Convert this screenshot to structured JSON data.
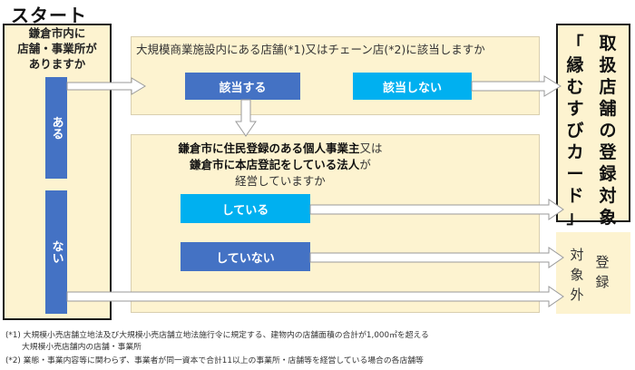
{
  "start": {
    "title": "スタート",
    "question_line1": "鎌倉市内に",
    "question_line2": "店舗・事業所が",
    "question_line3": "ありますか",
    "answer_yes": "ある",
    "answer_no": "ない"
  },
  "question1": {
    "text": "大規模商業施設内にある店舗(*1)又はチェーン店(*2)に該当しますか",
    "option_applies": "該当する",
    "option_not_applies": "該当しない"
  },
  "question2": {
    "line1_bold": "鎌倉市に住民登録のある個人事業主",
    "line1_rest": "又は",
    "line2_bold": "鎌倉市に本店登記をしている法人",
    "line2_rest": "が",
    "line3": "経営していますか",
    "option_yes": "している",
    "option_no": "していない"
  },
  "results": {
    "target_col1": [
      "「",
      "縁",
      "む",
      "す",
      "び",
      "カ",
      "ー",
      "ド",
      "」"
    ],
    "target_col2": [
      "取",
      "扱",
      "店",
      "舗",
      "の",
      "登",
      "録",
      "対",
      "象"
    ],
    "excluded_col1": [
      "対",
      "象",
      "外"
    ],
    "excluded_col2": [
      "登",
      "録"
    ]
  },
  "footnotes": {
    "note1_line1": "(*1) 大規模小売店舗立地法及び大規模小売店舗立地法施行令に規定する、建物内の店舗面積の合計が1,000㎡を超える",
    "note1_line2": "大規模小売店舗内の店舗・事業所",
    "note2": "(*2) 業態・事業内容等に関わらず、事業者が同一資本で合計11以上の事業所・店舗等を経営している場合の各店舗等"
  },
  "colors": {
    "panel": "#fdf3d0",
    "button_dark": "#4472c4",
    "button_light": "#00b0f0",
    "border": "#1a1a1a"
  }
}
